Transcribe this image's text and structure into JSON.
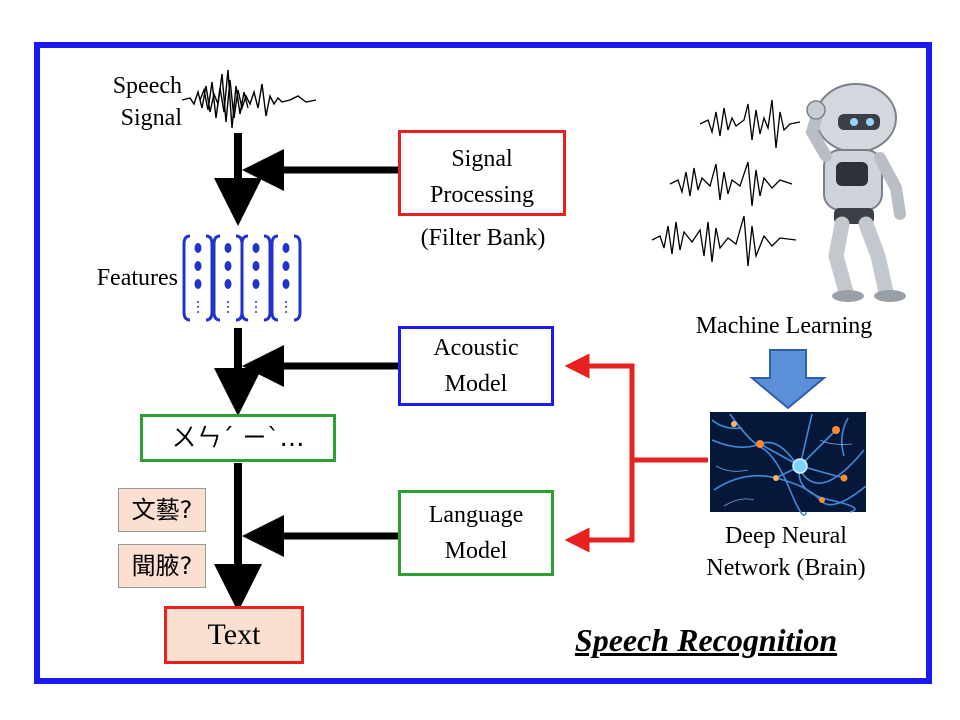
{
  "diagram": {
    "speech_signal_label": [
      "Speech",
      "Signal"
    ],
    "features_label": "Features",
    "signal_processing": [
      "Signal",
      "Processing",
      "(Filter Bank)"
    ],
    "acoustic_model": [
      "Acoustic",
      "Model"
    ],
    "language_model": [
      "Language",
      "Model"
    ],
    "phonetic_output": "ㄨㄣˊ ㄧˋ…",
    "candidate_1": "文藝?",
    "candidate_2": "聞腋?",
    "text_output": "Text",
    "machine_learning": "Machine Learning",
    "dnn_label": [
      "Deep Neural",
      "Network (Brain)"
    ],
    "title": "Speech Recognition"
  },
  "colors": {
    "frame": "#1a1af0",
    "signal_box": "#e82020",
    "acoustic_box": "#1a1af0",
    "language_box": "#2aa030",
    "output_fill": "#fbe0d2",
    "down_arrow": "#5b8fd8",
    "red_connector": "#e82020"
  },
  "icons": [
    "waveform-icon",
    "feature-vectors-icon",
    "robot-icon",
    "neuron-network-icon",
    "down-arrow-icon"
  ]
}
